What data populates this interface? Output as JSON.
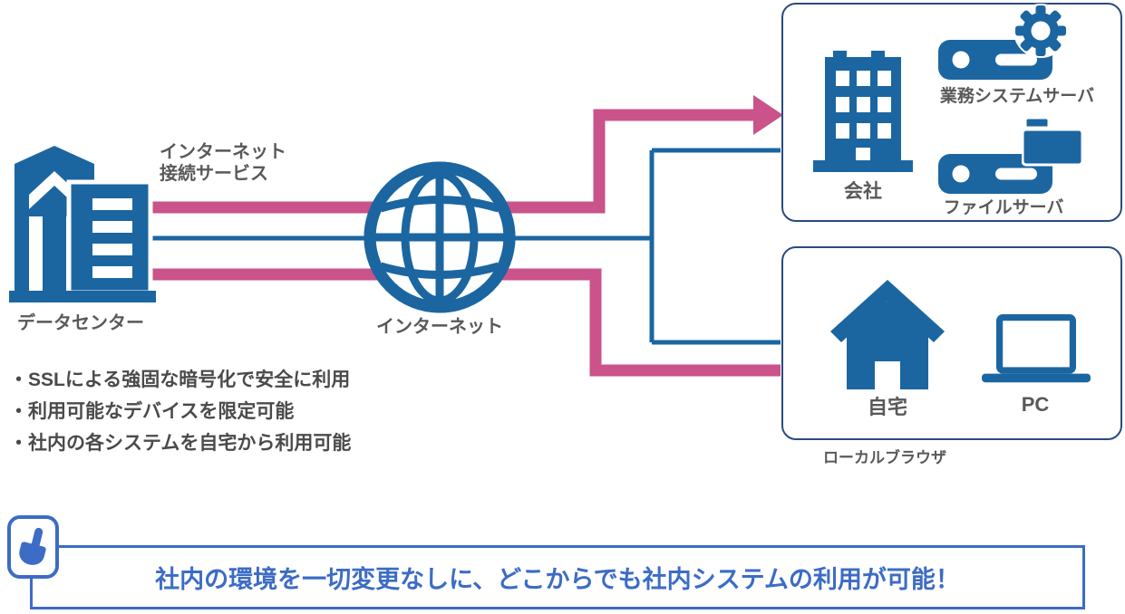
{
  "colors": {
    "icon_blue": "#1b66a1",
    "link_pink": "#c9538a",
    "link_blue": "#1b66a1",
    "box_border_navy": "#2b4a80",
    "banner_blue": "#3c6cc5",
    "label_gray": "#595959",
    "bullet_gray": "#4a4a4a",
    "background": "#ffffff"
  },
  "nodes": {
    "data_center": {
      "label": "データセンター"
    },
    "isp": {
      "label_line1": "インターネット",
      "label_line2": "接続サービス"
    },
    "internet": {
      "label": "インターネット"
    },
    "company": {
      "label": "会社"
    },
    "business_server": {
      "label": "業務システムサーバ"
    },
    "file_server": {
      "label": "ファイルサーバ"
    },
    "home": {
      "label": "自宅"
    },
    "pc": {
      "label": "PC"
    },
    "local_browser": {
      "caption": "ローカルブラウザ"
    }
  },
  "bullets": [
    "・SSLによる強固な暗号化で安全に利用",
    "・利用可能なデバイスを限定可能",
    "・社内の各システムを自宅から利用可能"
  ],
  "banner": {
    "text": "社内の環境を一切変更なしに、どこからでも社内システムの利用が可能！"
  },
  "icons": {
    "data_center": "office-buildings-icon",
    "internet": "globe-icon",
    "company": "office-building-icon",
    "business_server": "server-with-gear-icon",
    "file_server": "server-with-folder-icon",
    "home": "house-icon",
    "pc": "laptop-icon",
    "banner": "pointing-finger-icon"
  }
}
